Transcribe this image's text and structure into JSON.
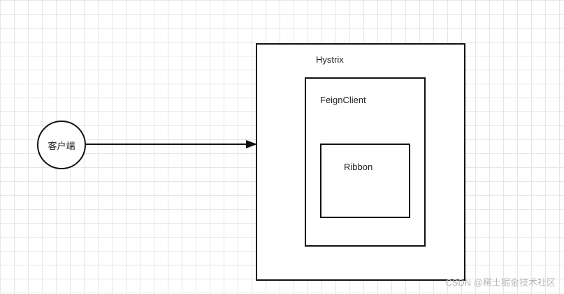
{
  "diagram": {
    "client_label": "客户端",
    "hystrix_label": "Hystrix",
    "feign_label": "FeignClient",
    "ribbon_label": "Ribbon"
  },
  "watermark": "CSDN @稀土掘金技术社区",
  "colors": {
    "stroke": "#111111",
    "grid": "#e6e6e6",
    "background": "#ffffff",
    "watermark": "#b8b8b8"
  }
}
